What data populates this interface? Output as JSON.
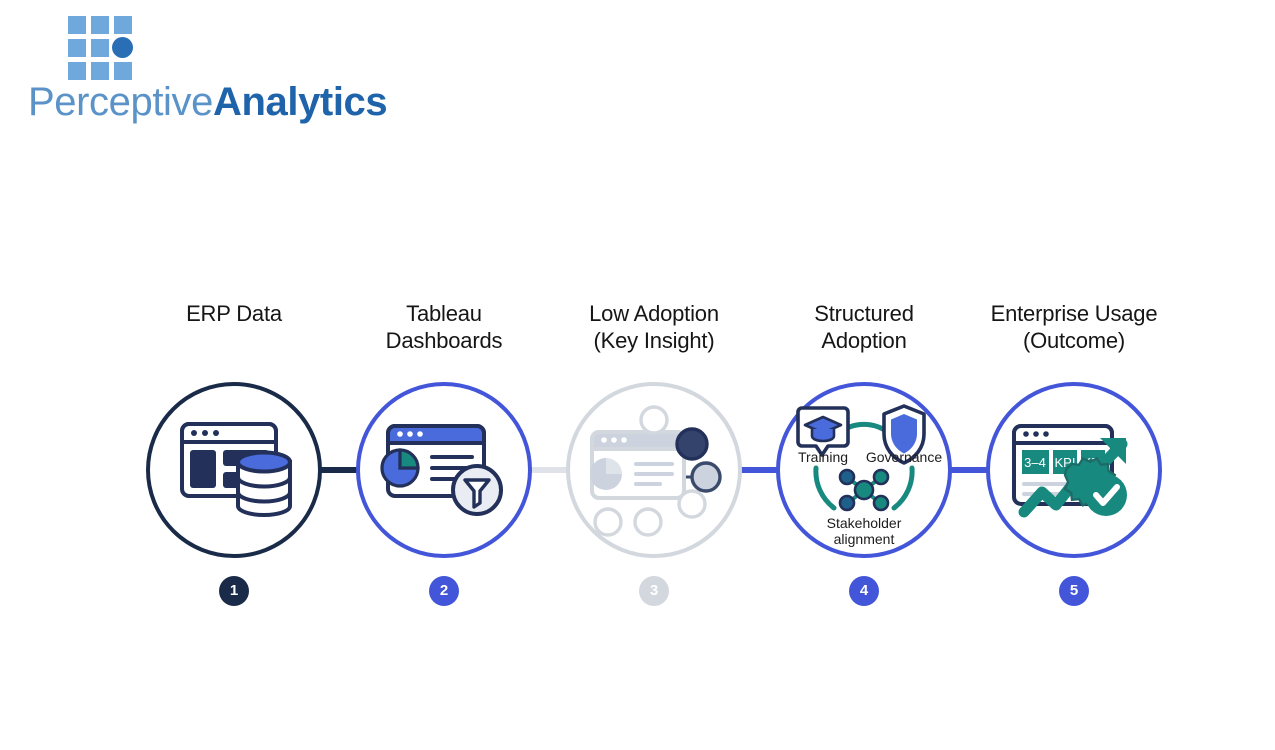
{
  "brand": {
    "word_regular": "Perceptive",
    "word_bold": "Analytics",
    "logo_icon": "grid-dot-logo",
    "colors": {
      "grid_square": "#6fa8dc",
      "grid_dot": "#2a6fb5",
      "word_regular": "#5b93c9",
      "word_bold": "#1f64ab"
    }
  },
  "diagram": {
    "type": "process-flow",
    "orientation": "horizontal",
    "step_count": 5,
    "steps": [
      {
        "number": "1",
        "title": "ERP Data",
        "state": "source",
        "accent": "#1a2b49",
        "icon": "erp-database-dashboard-icon"
      },
      {
        "number": "2",
        "title": "Tableau\nDashboards",
        "state": "active",
        "accent": "#4355d9",
        "icon": "dashboard-pie-filter-icon"
      },
      {
        "number": "3",
        "title": "Low Adoption\n(Key Insight)",
        "state": "muted",
        "accent": "#d3d7de",
        "icon": "low-adoption-users-icon"
      },
      {
        "number": "4",
        "title": "Structured\nAdoption",
        "state": "active",
        "accent": "#4355d9",
        "icon": "structured-adoption-icon",
        "sub_items": [
          {
            "label": "Training",
            "icon": "graduation-cap-icon"
          },
          {
            "label": "Governance",
            "icon": "shield-icon"
          },
          {
            "label": "Stakeholder\nalignment",
            "icon": "network-nodes-icon"
          }
        ]
      },
      {
        "number": "5",
        "title": "Enterprise Usage\n(Outcome)",
        "state": "active",
        "accent": "#4355d9",
        "icon": "enterprise-kpi-outcome-icon",
        "kpi_tiles": [
          "3–4",
          "KPI",
          "KPI"
        ]
      }
    ],
    "connectors": [
      {
        "from": "1",
        "to": "2",
        "color": "#1a2b49",
        "state": "solid"
      },
      {
        "from": "2",
        "to": "3",
        "color": "#dfe2e8",
        "state": "muted"
      },
      {
        "from": "3",
        "to": "4",
        "color": "#4355d9",
        "state": "solid"
      },
      {
        "from": "4",
        "to": "5",
        "color": "#4355d9",
        "state": "solid"
      }
    ]
  }
}
